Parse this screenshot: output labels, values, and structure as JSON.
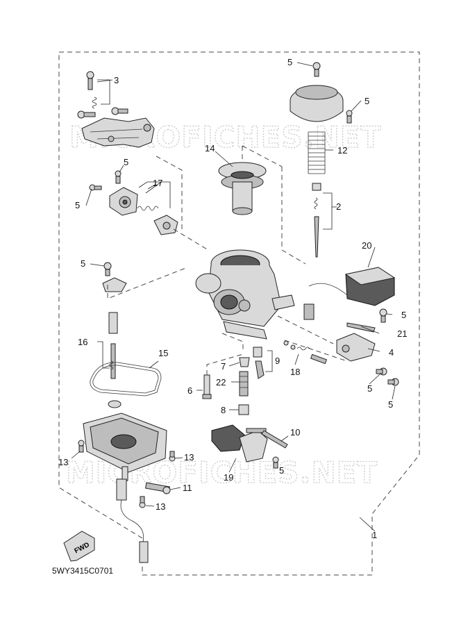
{
  "diagram_code": "5WY3415C0701",
  "watermark": "MICROFICHES.NET",
  "front_arrow_label": "FWD",
  "callouts": {
    "c1": "1",
    "c2": "2",
    "c3": "3",
    "c4": "4",
    "c5a": "5",
    "c5b": "5",
    "c5c": "5",
    "c5d": "5",
    "c5e": "5",
    "c5f": "5",
    "c5g": "5",
    "c5h": "5",
    "c5i": "5",
    "c6": "6",
    "c7": "7",
    "c8": "8",
    "c9": "9",
    "c10": "10",
    "c11": "11",
    "c12": "12",
    "c13a": "13",
    "c13b": "13",
    "c13c": "13",
    "c14": "14",
    "c15": "15",
    "c16": "16",
    "c17": "17",
    "c18": "18",
    "c19": "19",
    "c20": "20",
    "c21": "21",
    "c22": "22"
  }
}
